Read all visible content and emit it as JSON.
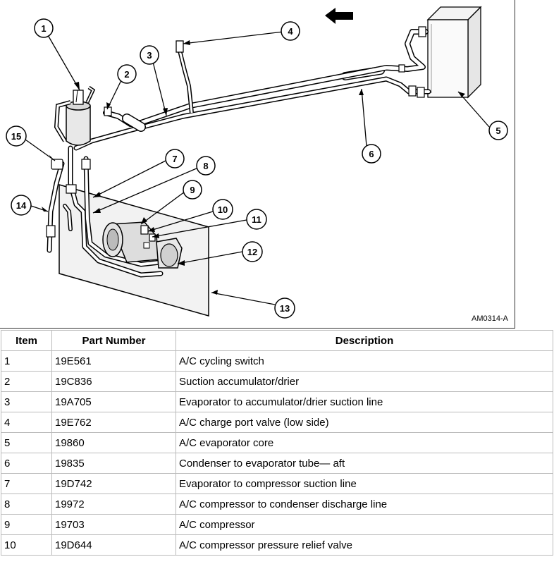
{
  "figure": {
    "figure_id": "AM0314-A",
    "callouts": [
      {
        "num": "1"
      },
      {
        "num": "2"
      },
      {
        "num": "3"
      },
      {
        "num": "4"
      },
      {
        "num": "5"
      },
      {
        "num": "6"
      },
      {
        "num": "7"
      },
      {
        "num": "8"
      },
      {
        "num": "9"
      },
      {
        "num": "10"
      },
      {
        "num": "11"
      },
      {
        "num": "12"
      },
      {
        "num": "13"
      },
      {
        "num": "14"
      },
      {
        "num": "15"
      }
    ]
  },
  "table": {
    "headers": {
      "item": "Item",
      "part_number": "Part Number",
      "description": "Description"
    },
    "rows": [
      {
        "item": "1",
        "part": "19E561",
        "desc": "A/C cycling switch"
      },
      {
        "item": "2",
        "part": "19C836",
        "desc": "Suction accumulator/drier"
      },
      {
        "item": "3",
        "part": "19A705",
        "desc": "Evaporator to accumulator/drier suction line"
      },
      {
        "item": "4",
        "part": "19E762",
        "desc": "A/C charge port valve (low side)"
      },
      {
        "item": "5",
        "part": "19860",
        "desc": "A/C evaporator core"
      },
      {
        "item": "6",
        "part": "19835",
        "desc": "Condenser to evaporator tube— aft"
      },
      {
        "item": "7",
        "part": "19D742",
        "desc": "Evaporator to compressor suction line"
      },
      {
        "item": "8",
        "part": "19972",
        "desc": "A/C compressor to condenser discharge line"
      },
      {
        "item": "9",
        "part": "19703",
        "desc": "A/C compressor"
      },
      {
        "item": "10",
        "part": "19D644",
        "desc": "A/C compressor pressure relief valve"
      }
    ]
  }
}
